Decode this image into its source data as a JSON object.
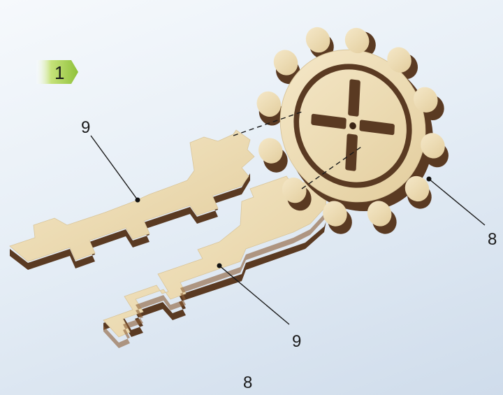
{
  "step": {
    "number": "1",
    "badge_color": "#9ccb3b"
  },
  "parts": {
    "gear_label": "8",
    "bar_upper_label": "9",
    "bar_lower_label": "9",
    "footer_label": "8"
  },
  "colors": {
    "wood_light": "#f1e2c0",
    "wood_mid": "#e6d2a6",
    "wood_dark_layer": "#5a3a22",
    "background": "#dfe8f2"
  }
}
